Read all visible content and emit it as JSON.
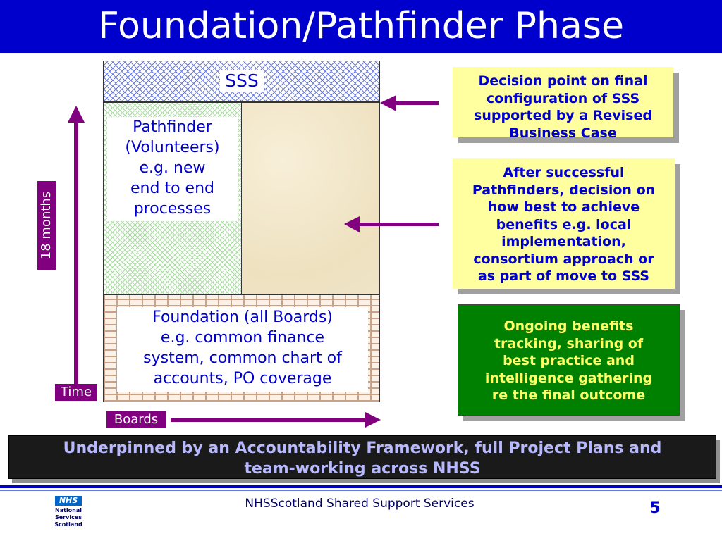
{
  "title": "Foundation/Pathfinder Phase",
  "blocks": {
    "sss": "SSS",
    "pathfinder": "Pathfinder\n(Volunteers)\ne.g. new\nend to end\nprocesses",
    "foundation": "Foundation (all Boards)\ne.g. common finance\nsystem, common chart of\naccounts, PO coverage"
  },
  "axes": {
    "y_label": "18 months",
    "time_label": "Time",
    "boards_label": "Boards"
  },
  "callouts": [
    "Decision point on final\nconfiguration of SSS\nsupported by a Revised\nBusiness Case",
    "After successful\nPathfinders, decision on\nhow best to achieve\nbenefits e.g. local\nimplementation,\nconsortium approach or\nas part of move to SSS",
    "Ongoing benefits\ntracking, sharing of\nbest practice and\nintelligence gathering\nre the final outcome"
  ],
  "banner": "Underpinned by an Accountability Framework, full Project Plans and\nteam-working across NHSS",
  "footer": {
    "org": "NHSScotland Shared Support Services",
    "page": "5",
    "logo_nhs": "NHS",
    "logo_lines": [
      "National",
      "Services",
      "Scotland"
    ]
  },
  "colors": {
    "title_bar": "#0000cc",
    "arrow": "#800080",
    "callout_yellow": "#ffffa0",
    "callout_green": "#008000",
    "text_blue": "#0000cc"
  }
}
